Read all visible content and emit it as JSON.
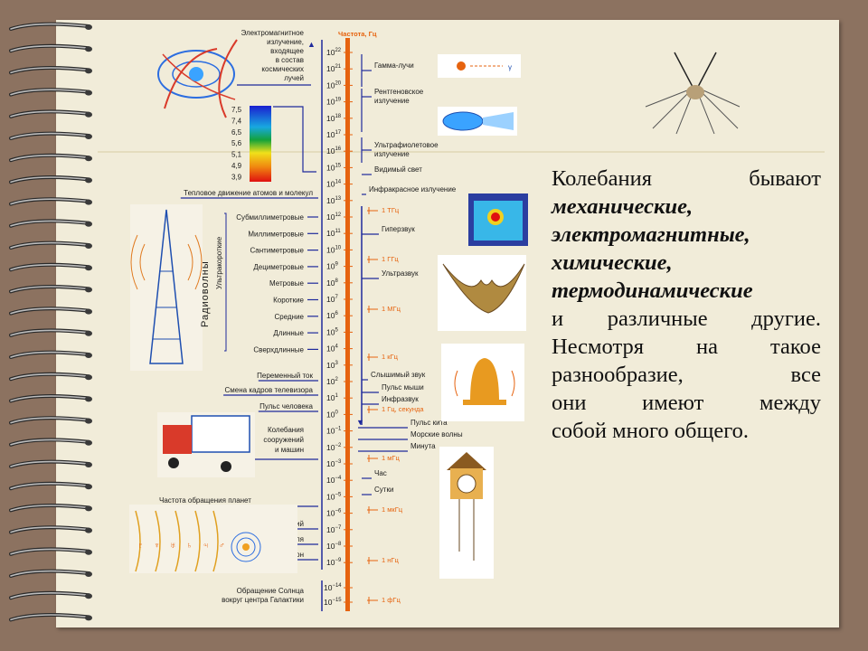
{
  "axis_title": "Частота, Гц",
  "exponents": [
    "22",
    "21",
    "20",
    "19",
    "18",
    "17",
    "16",
    "15",
    "14",
    "13",
    "12",
    "11",
    "10",
    "9",
    "8",
    "7",
    "6",
    "5",
    "4",
    "3",
    "2",
    "1",
    "0",
    "−1",
    "−2",
    "−3",
    "−4",
    "−5",
    "−6",
    "−7",
    "−8",
    "−9"
  ],
  "exponents_bottom": [
    "−14",
    "−15"
  ],
  "left_labels": {
    "cosmic": [
      "Электромагнитное",
      "излучение,",
      "входящее",
      "в состав",
      "космических",
      "лучей"
    ],
    "thermal": "Тепловое движение атомов и молекул",
    "radio_group": "Радиоволны",
    "ultrashort_group": "Ультракороткие",
    "radio": [
      "Субмиллиметровые",
      "Миллиметровые",
      "Сантиметровые",
      "Дециметровые",
      "Метровые",
      "Короткие",
      "Средние",
      "Длинные",
      "Сверхдлинные"
    ],
    "ac": "Переменный ток",
    "tv": "Смена кадров телевизора",
    "pulse": "Пульс человека",
    "structures": [
      "Колебания",
      "сооружений",
      "и машин"
    ],
    "planets_title": "Частота обращения планет",
    "planets": [
      "Меркурий",
      "Земля",
      "Плутон"
    ],
    "sun": [
      "Обращение Солнца",
      "вокруг центра Галактики"
    ]
  },
  "wavelength_scale": [
    "7,5",
    "7,4",
    "6,5",
    "5,6",
    "5,1",
    "4,9",
    "3,9"
  ],
  "right_labels": {
    "gamma": "Гамма-лучи",
    "xray": [
      "Рентгеновское",
      "излучение"
    ],
    "uv": [
      "Ультрафиолетовое",
      "излучение"
    ],
    "visible": "Видимый свет",
    "ir": "Инфракрасное излучение",
    "hypersound": "Гиперзвук",
    "ultrasound": "Ультразвук",
    "audible": "Слышимый звук",
    "mouse": "Пульс мыши",
    "infrasound": "Инфразвук",
    "whale": "Пульс кита",
    "sea": "Морские волны",
    "minute": "Минута",
    "hour": "Час",
    "day": "Сутки"
  },
  "orange_labels": [
    "1 ТГц",
    "1 ГГц",
    "1 МГц",
    "1 кГц",
    "1 Гц, секунда",
    "1 мГц",
    "1 мкГц",
    "1 нГц",
    "1 фГц"
  ],
  "planet_symbols": [
    "♇",
    "♆",
    "♅",
    "♄",
    "♃",
    "♂"
  ],
  "colors": {
    "accent": "#e6630f",
    "axis_blue": "#1f2a9c",
    "page": "#f1ecd9",
    "frame": "#8c7260"
  },
  "text": {
    "line1_a": "Колебания",
    "line1_b": "бывают",
    "kinds": [
      "механические,",
      "электромагнитные,",
      "химические,",
      "термодинамические"
    ],
    "line6_a": "и",
    "line6_b": "различные",
    "line6_c": "другие.",
    "line7_a": "Несмотря",
    "line7_b": "на",
    "line7_c": "такое",
    "line8_a": "разнообразие,",
    "line8_b": "все",
    "line9_a": "они",
    "line9_b": "имеют",
    "line9_c": "между",
    "line10": "собой много общего."
  }
}
